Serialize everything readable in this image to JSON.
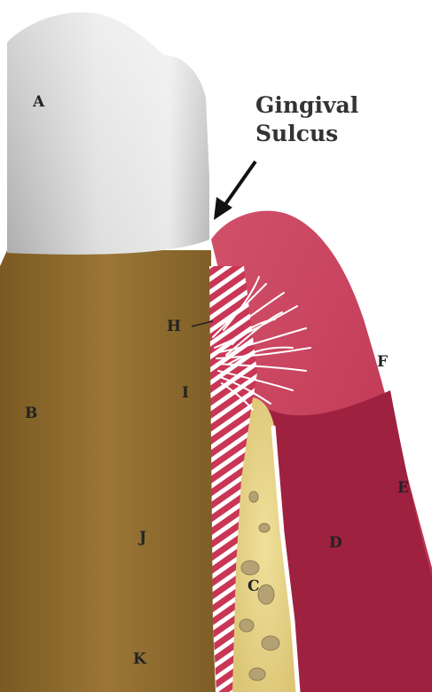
{
  "diagram": {
    "callout": {
      "line1": "Gingival",
      "line2": "Sulcus"
    },
    "labels": {
      "A": "A",
      "B": "B",
      "C": "C",
      "D": "D",
      "E": "E",
      "F": "F",
      "H": "H",
      "I": "I",
      "J": "J",
      "K": "K"
    },
    "colors": {
      "enamel": "#c9c9c9",
      "root": "#8c6c30",
      "gingiva_light": "#c9405c",
      "gingiva_dark": "#9c1f3b",
      "bone": "#e6d48c",
      "ligament_stripe": "#d04060",
      "fibers": "#ffffff",
      "text": "#222222"
    }
  }
}
